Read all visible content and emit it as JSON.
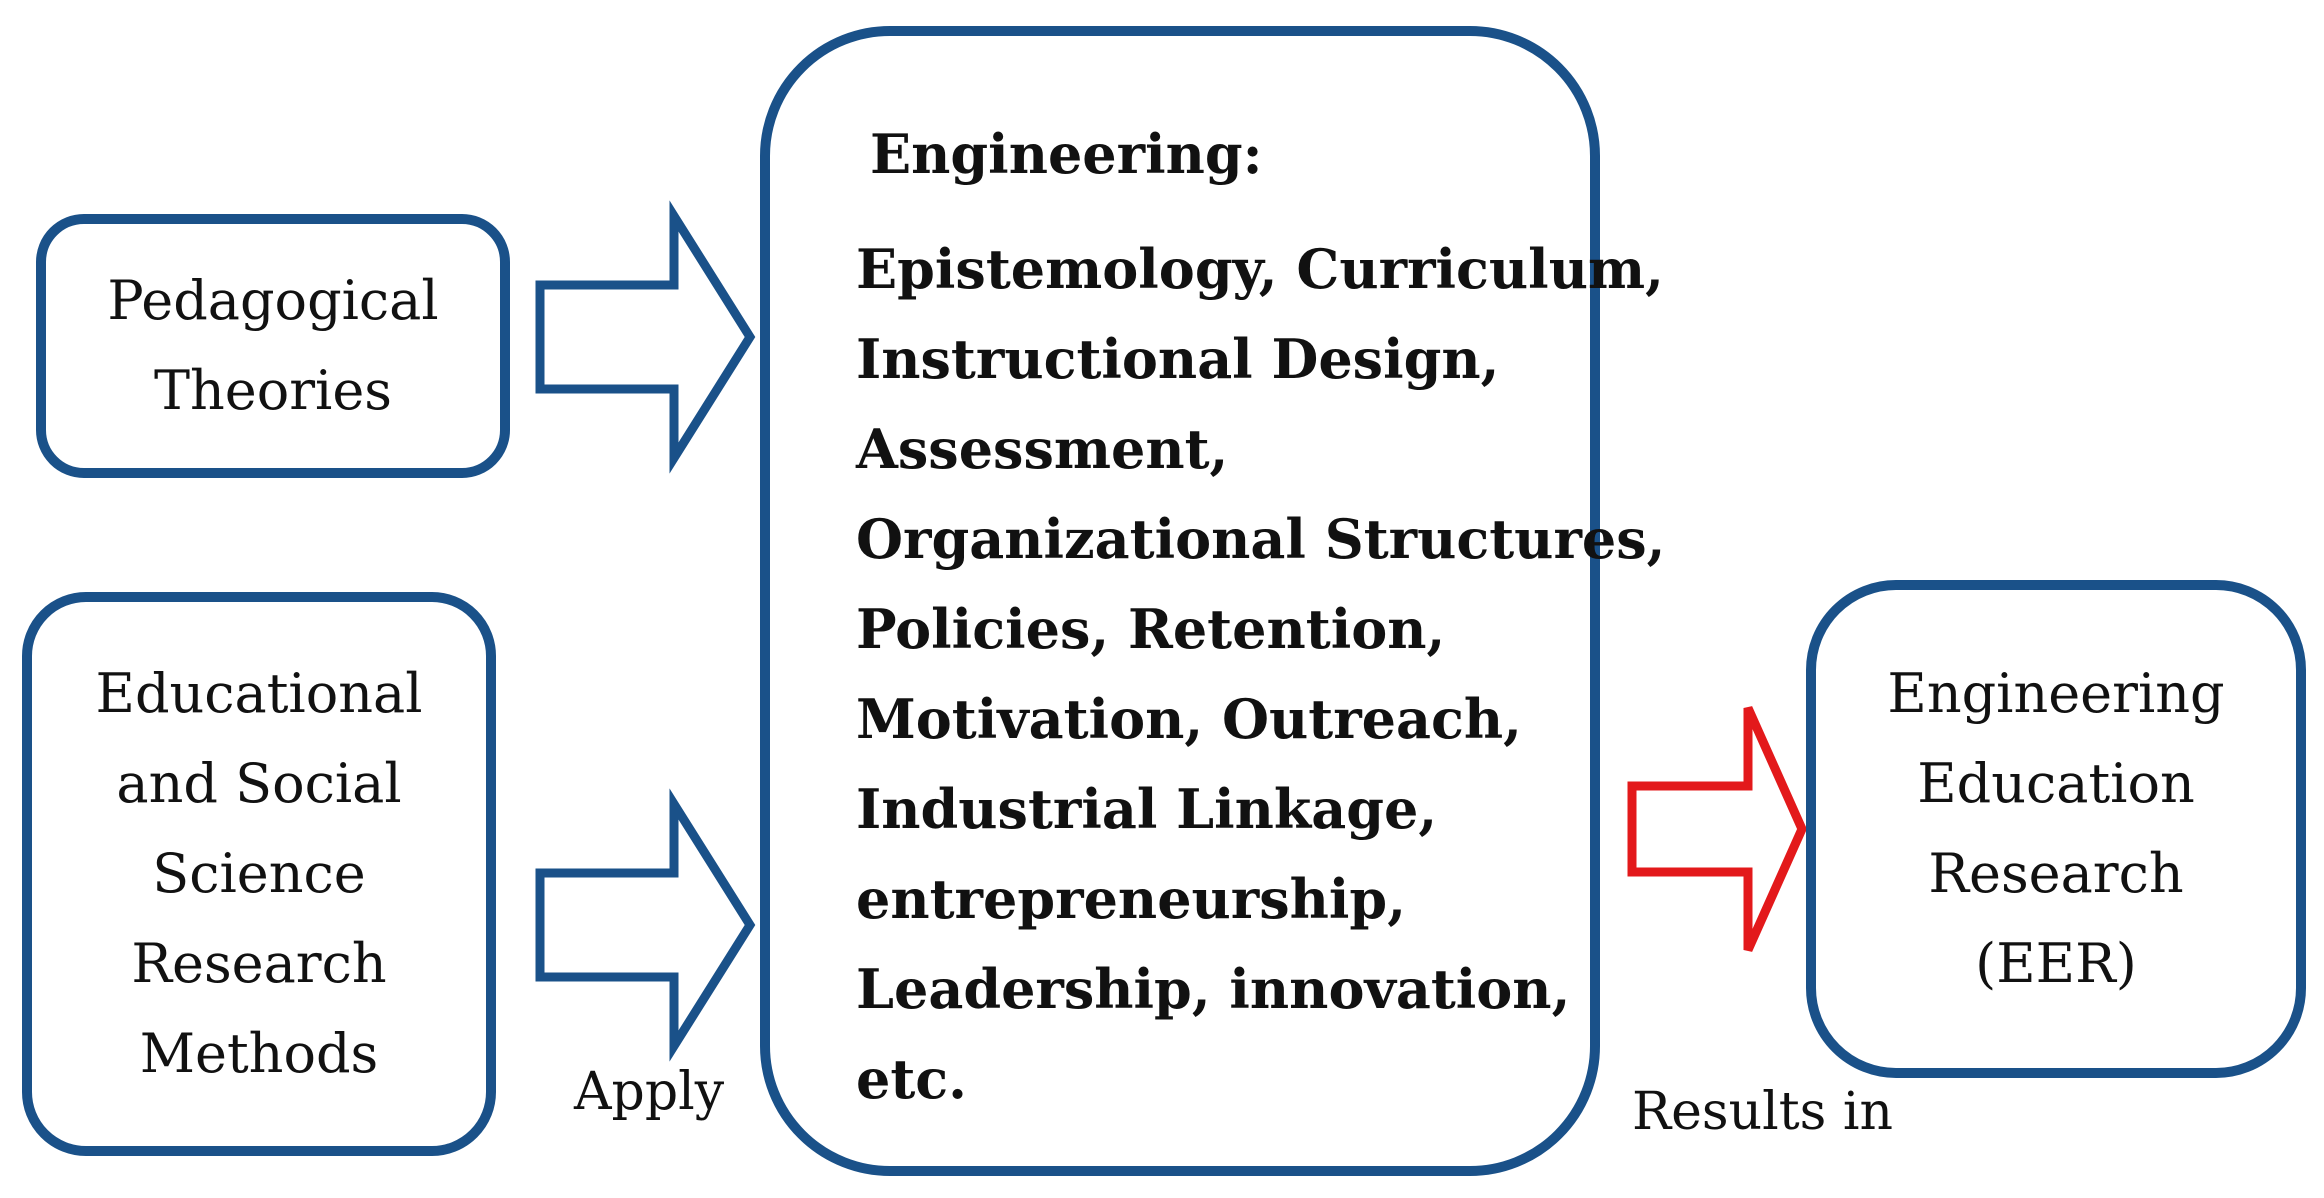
{
  "boxes": {
    "pedagogical": {
      "lines": [
        "Pedagogical",
        "Theories"
      ]
    },
    "methods": {
      "lines": [
        "Educational",
        "and Social",
        "Science",
        "Research",
        "Methods"
      ]
    },
    "center": {
      "heading": "Engineering:",
      "lines": [
        "Epistemology, Curriculum,",
        "Instructional Design,",
        "Assessment,",
        "Organizational Structures,",
        "Policies, Retention,",
        "Motivation, Outreach,",
        "Industrial Linkage,",
        "entrepreneurship,",
        "Leadership, innovation,",
        "etc."
      ]
    },
    "eer": {
      "lines": [
        "Engineering",
        "Education",
        "Research",
        "(EER)"
      ]
    }
  },
  "labels": {
    "apply": "Apply",
    "results_in": "Results in"
  },
  "colors": {
    "box_border": "#1a5189",
    "apply_arrow": "#1a5189",
    "result_arrow": "#e3191b"
  }
}
